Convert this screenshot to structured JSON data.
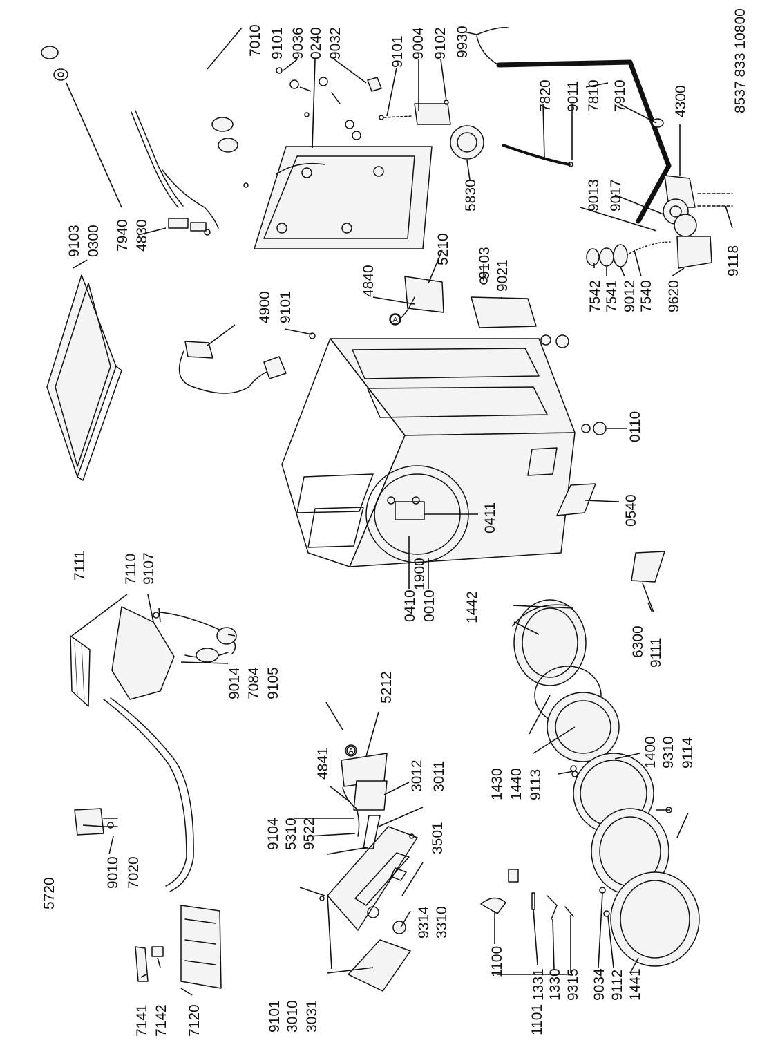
{
  "document_code": "8537 833 10800",
  "labels": {
    "l7010": "7010",
    "l9101a": "9101",
    "l9036": "9036",
    "l0240": "0240",
    "l9032": "9032",
    "l9101b": "9101",
    "l9004": "9004",
    "l9102": "9102",
    "l9930": "9930",
    "l7820": "7820",
    "l9011": "9011",
    "l7810": "7810",
    "l7910": "7910",
    "l4300": "4300",
    "l5830": "5830",
    "l9013": "9013",
    "l9017": "9017",
    "l9118": "9118",
    "l9103a": "9103",
    "l0300": "0300",
    "l7940": "7940",
    "l4830": "4830",
    "l5210": "5210",
    "l9103b": "9103",
    "l9021": "9021",
    "l4840": "4840",
    "l4900": "4900",
    "l9101c": "9101",
    "l7542": "7542",
    "l7541": "7541",
    "l9012": "9012",
    "l7540": "7540",
    "l9620": "9620",
    "l0110": "0110",
    "l0411": "0411",
    "l0540": "0540",
    "l0410": "0410",
    "l0010": "0010",
    "l7111": "7111",
    "l7110": "7110",
    "l9107": "9107",
    "l9014": "9014",
    "l7084": "7084",
    "l9105": "9105",
    "l5212": "5212",
    "l4841": "4841",
    "l3012": "3012",
    "l3011": "3011",
    "l9104": "9104",
    "l5310": "5310",
    "l9522": "9522",
    "l3501": "3501",
    "l5720": "5720",
    "l9010": "9010",
    "l7020": "7020",
    "l1900": "1900",
    "l1442": "1442",
    "l6300": "6300",
    "l9111": "9111",
    "l1430": "1430",
    "l1440": "1440",
    "l9113": "9113",
    "l1400": "1400",
    "l9310": "9310",
    "l9114": "9114",
    "l9314": "9314",
    "l3310": "3310",
    "l9101d": "9101",
    "l3010": "3010",
    "l3031": "3031",
    "l7141": "7141",
    "l7142": "7142",
    "l7120": "7120",
    "l1100": "1100",
    "l1331": "1331",
    "l1330": "1330",
    "l9315": "9315",
    "l1101": "1101",
    "l9034": "9034",
    "l9112": "9112",
    "l1441": "1441",
    "callout_a1": "A",
    "callout_a2": "A"
  }
}
